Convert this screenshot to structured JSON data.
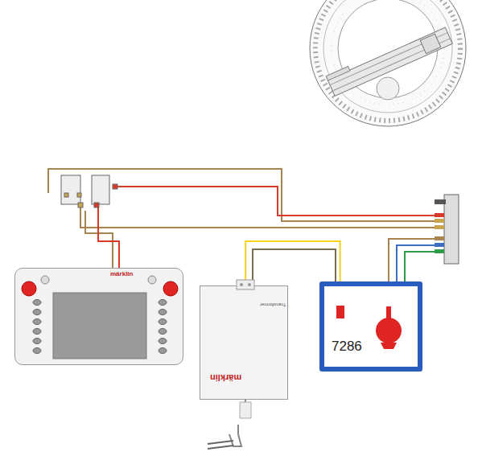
{
  "diagram": {
    "nodes": [
      {
        "text": [
          "märklin"
        ]
      },
      {
        "text": [
          "märklin",
          "Transformer"
        ]
      },
      {
        "text": [
          "7286"
        ]
      }
    ],
    "edges": [
      {
        "from": 1,
        "to": 2,
        "arrow": "none"
      }
    ]
  }
}
